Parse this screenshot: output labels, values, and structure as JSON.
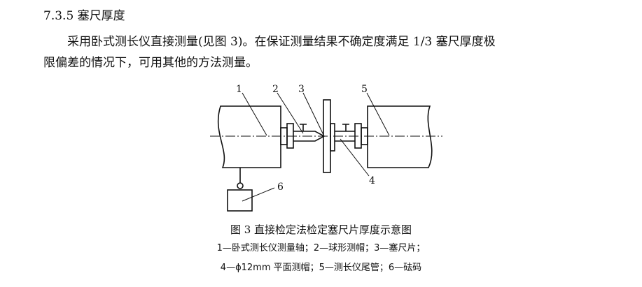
{
  "section": {
    "heading": "7.3.5  塞尺厚度",
    "paragraph_line1": "采用卧式测长仪直接测量(见图 3)。在保证测量结果不确定度满足 1/3 塞尺厚度极",
    "paragraph_line2": "限偏差的情况下，可用其他的方法测量。"
  },
  "figure": {
    "labels": [
      "1",
      "2",
      "3",
      "4",
      "5",
      "6"
    ],
    "caption": "图 3   直接检定法检定塞尺片厚度示意图",
    "legend_line1": "1—卧式测长仪测量轴；2—球形测帽；3—塞尺片；",
    "legend_line2": "4—ϕ12mm 平面测帽；5—测长仪尾管；6—砝码"
  }
}
